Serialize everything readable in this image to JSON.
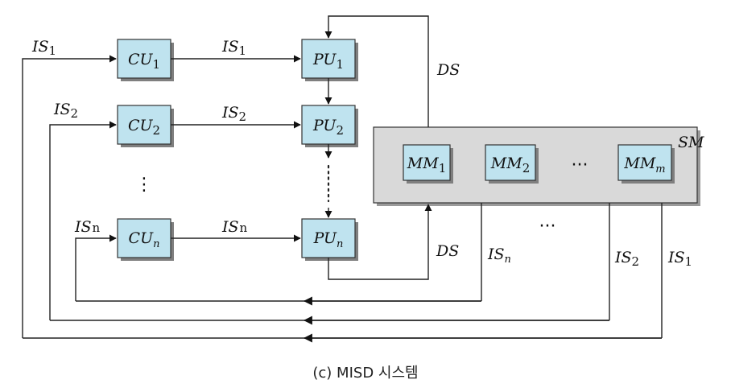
{
  "caption": "(c) MISD 시스템",
  "control_units": [
    {
      "base": "CU",
      "sub": "1"
    },
    {
      "base": "CU",
      "sub": "2"
    },
    {
      "base": "CU",
      "sub": "n"
    }
  ],
  "processing_units": [
    {
      "base": "PU",
      "sub": "1"
    },
    {
      "base": "PU",
      "sub": "2"
    },
    {
      "base": "PU",
      "sub": "n"
    }
  ],
  "memory_modules": [
    {
      "base": "MM",
      "sub": "1"
    },
    {
      "base": "MM",
      "sub": "2"
    },
    {
      "base": "MM",
      "sub": "m"
    }
  ],
  "shared_memory_label": "SM",
  "instruction_streams": {
    "in_1": {
      "base": "IS",
      "sub": "1"
    },
    "in_2": {
      "base": "IS",
      "sub": "2"
    },
    "in_n": {
      "base": "IS",
      "sub": "n"
    },
    "cu_pu_1": {
      "base": "IS",
      "sub": "1"
    },
    "cu_pu_2": {
      "base": "IS",
      "sub": "2"
    },
    "cu_pu_n": {
      "base": "IS",
      "sub": "n"
    },
    "out_n": {
      "base": "IS",
      "sub": "n"
    },
    "out_2": {
      "base": "IS",
      "sub": "2"
    },
    "out_1": {
      "base": "IS",
      "sub": "1"
    }
  },
  "data_stream_top": "DS",
  "data_stream_bottom": "DS",
  "ellipsis_mm": "···",
  "ellipsis_is": "···",
  "vertical_ellipsis": "⋮"
}
